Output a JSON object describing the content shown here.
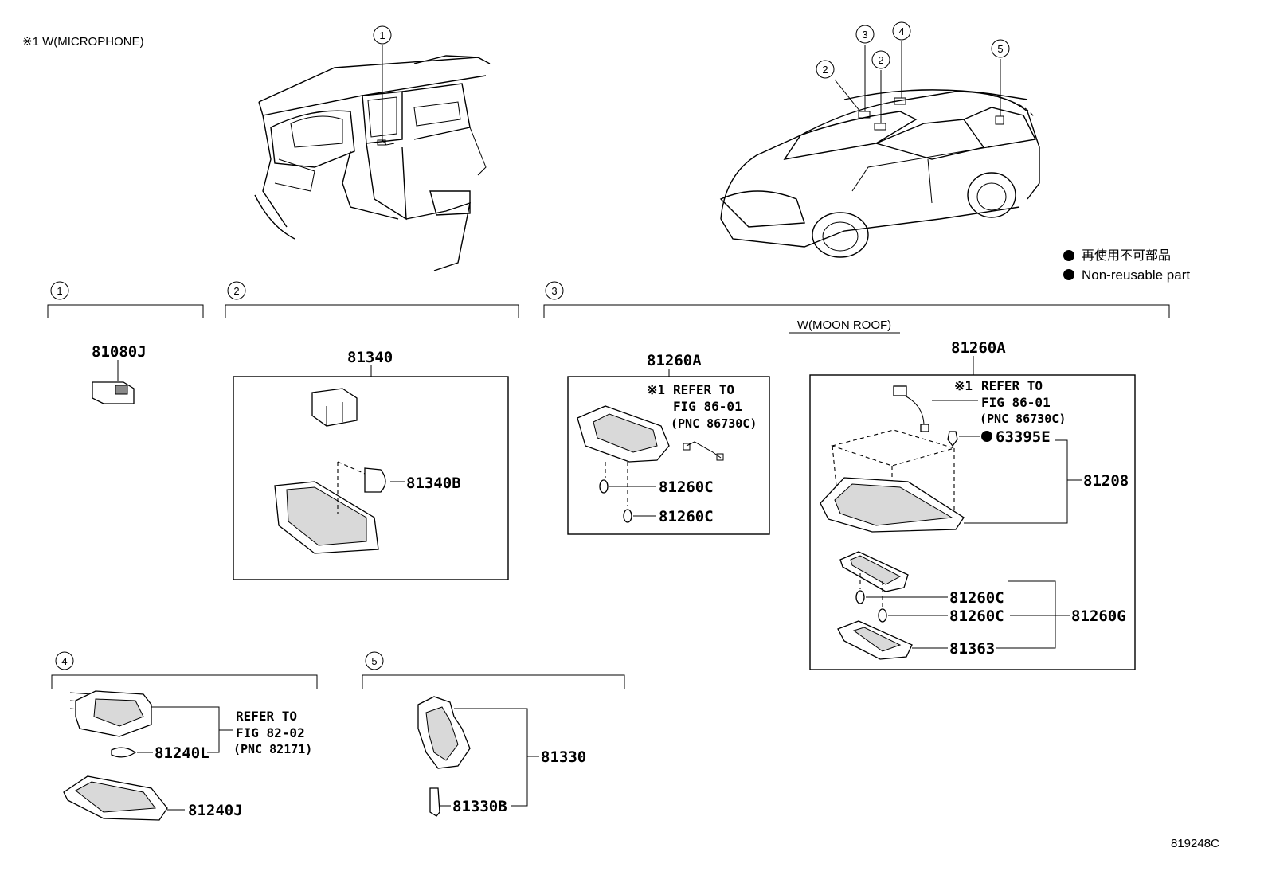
{
  "header": {
    "note": "※1 W(MICROPHONE)"
  },
  "legend": {
    "jp": "再使用不可部品",
    "en": "Non-reusable part"
  },
  "footer": {
    "code": "819248C"
  },
  "callouts": [
    "1",
    "2",
    "3",
    "4",
    "5"
  ],
  "sections": {
    "s1": {
      "num": "1",
      "parts": [
        "81080J"
      ]
    },
    "s2": {
      "num": "2",
      "parts": [
        "81340",
        "81340B"
      ]
    },
    "s3": {
      "num": "3",
      "moonroof_label": "W(MOON ROOF)",
      "left": {
        "title": "81260A",
        "refer_mark": "※1",
        "refer_to": "REFER TO",
        "fig": "FIG 86-01",
        "pnc": "(PNC 86730C)",
        "parts": [
          "81260C",
          "81260C"
        ]
      },
      "right": {
        "title": "81260A",
        "refer_mark": "※1",
        "refer_to": "REFER TO",
        "fig": "FIG 86-01",
        "pnc": "(PNC 86730C)",
        "nonreusable": "63395E",
        "assembly": "81208",
        "sub_assembly": "81260G",
        "parts": [
          "81260C",
          "81260C",
          "81363"
        ]
      }
    },
    "s4": {
      "num": "4",
      "refer_to": "REFER TO",
      "fig": "FIG 82-02",
      "pnc": "(PNC 82171)",
      "parts": [
        "81240L",
        "81240J"
      ]
    },
    "s5": {
      "num": "5",
      "parts": [
        "81330",
        "81330B"
      ]
    }
  }
}
